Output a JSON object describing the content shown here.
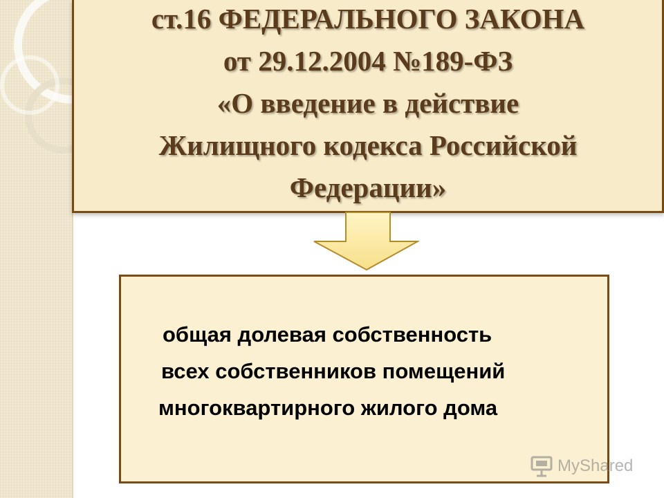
{
  "slide": {
    "title_lines": [
      "ст.16 ФЕДЕРАЛЬНОГО ЗАКОНА",
      "от 29.12.2004 №189-ФЗ",
      "«О введение в действие",
      "Жилищного кодекса Российской",
      "Федерации»"
    ],
    "body_lines": [
      "общая долевая собственность",
      "всех собственников помещений",
      "многоквартирного жилого дома"
    ]
  },
  "arrow": {
    "icon": "arrow-down-icon",
    "fill": "#fce9a0",
    "stroke": "#b48c28"
  },
  "watermark": {
    "text": "MyShared",
    "icon": "presentation-board-icon"
  },
  "colors": {
    "title_text": "#5a3b1c",
    "box_border": "#7a4a12",
    "title_box_fill": "#f8ebc9",
    "content_box_fill": "#fbf0d2",
    "side_band": "#efe6cd"
  }
}
